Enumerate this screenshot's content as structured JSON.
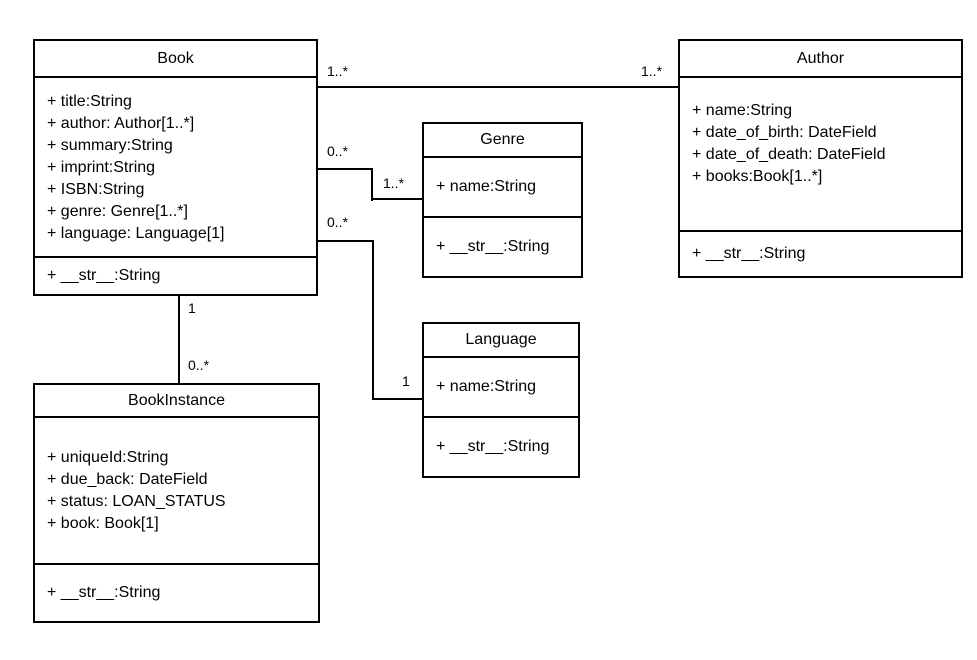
{
  "diagram": {
    "type": "uml-class-diagram",
    "background_color": "#ffffff",
    "line_color": "#000000",
    "classes": [
      {
        "name": "Book",
        "attributes": [
          "+ title:String",
          "+ author: Author[1..*]",
          "+ summary:String",
          "+ imprint:String",
          "+ ISBN:String",
          "+ genre: Genre[1..*]",
          "+ language: Language[1]"
        ],
        "methods": [
          "+ __str__:String"
        ]
      },
      {
        "name": "Author",
        "attributes": [
          "+ name:String",
          "+ date_of_birth: DateField",
          "+ date_of_death: DateField",
          "+ books:Book[1..*]"
        ],
        "methods": [
          "+ __str__:String"
        ]
      },
      {
        "name": "Genre",
        "attributes": [
          "+ name:String"
        ],
        "methods": [
          "+ __str__:String"
        ]
      },
      {
        "name": "Language",
        "attributes": [
          "+ name:String"
        ],
        "methods": [
          "+ __str__:String"
        ]
      },
      {
        "name": "BookInstance",
        "attributes": [
          "+ uniqueId:String",
          "+ due_back: DateField",
          "+ status: LOAN_STATUS",
          "+ book: Book[1]"
        ],
        "methods": [
          "+ __str__:String"
        ]
      }
    ],
    "relationships": [
      {
        "from": "Book",
        "to": "Author",
        "from_multiplicity": "1..*",
        "to_multiplicity": "1..*"
      },
      {
        "from": "Book",
        "to": "Genre",
        "from_multiplicity": "0..*",
        "to_multiplicity": "1..*"
      },
      {
        "from": "Book",
        "to": "Language",
        "from_multiplicity": "0..*",
        "to_multiplicity": "1"
      },
      {
        "from": "Book",
        "to": "BookInstance",
        "from_multiplicity": "1",
        "to_multiplicity": "0..*"
      }
    ]
  }
}
